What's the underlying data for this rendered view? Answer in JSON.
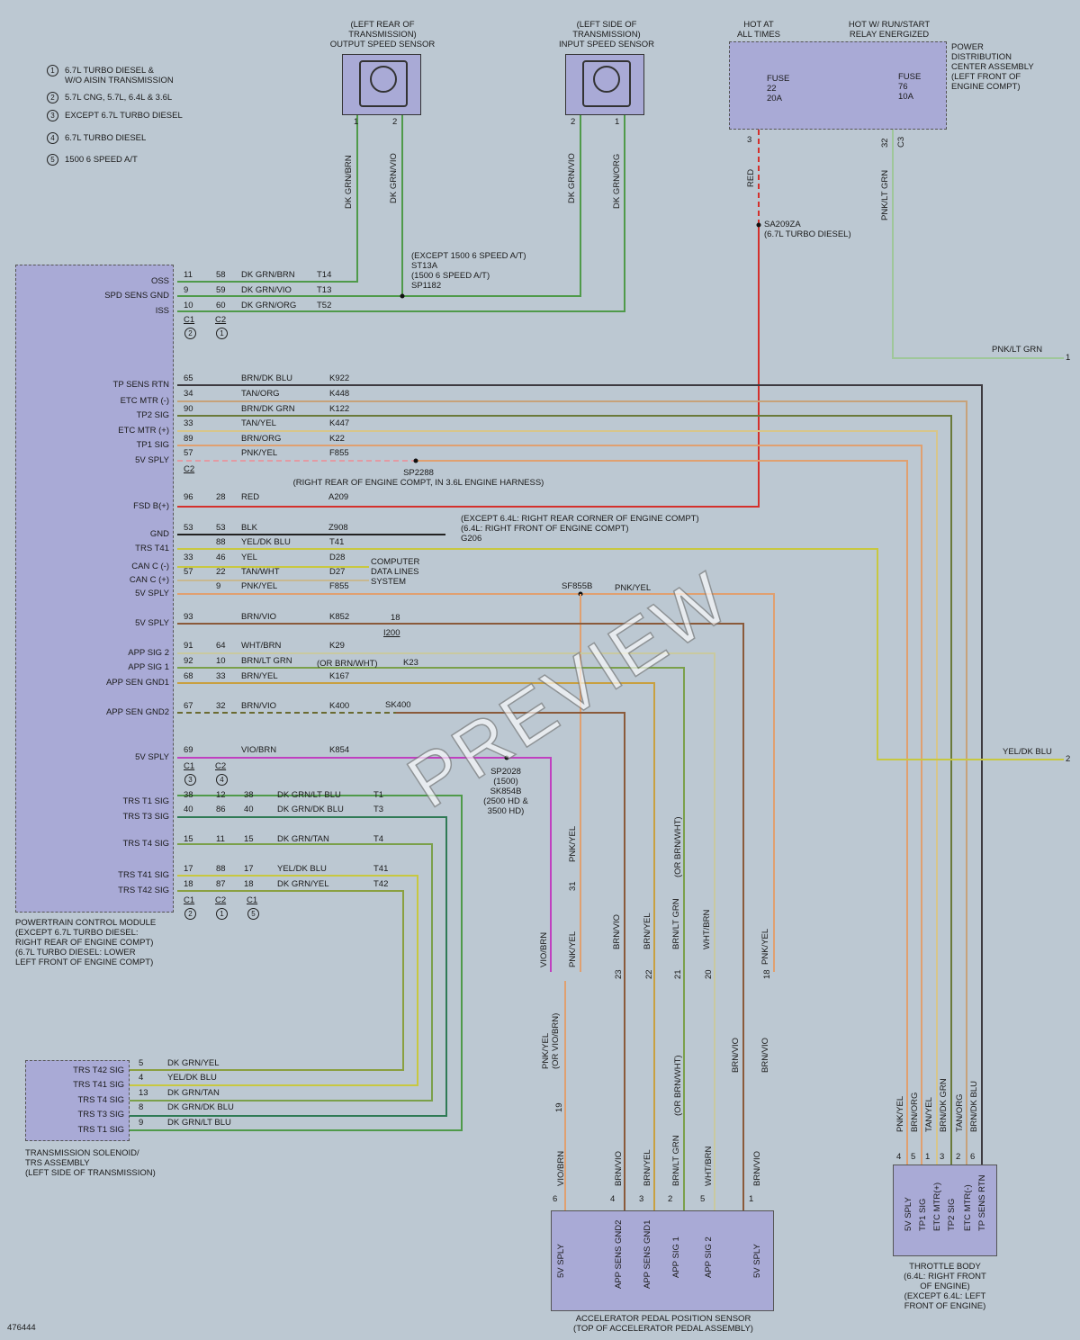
{
  "diagram_id": "476444",
  "watermark": "PREVIEW",
  "legend": [
    {
      "num": "1",
      "text": "6.7L TURBO DIESEL &\nW/O AISIN TRANSMISSION"
    },
    {
      "num": "2",
      "text": "5.7L CNG, 5.7L, 6.4L & 3.6L"
    },
    {
      "num": "3",
      "text": "EXCEPT 6.7L TURBO DIESEL"
    },
    {
      "num": "4",
      "text": "6.7L TURBO DIESEL"
    },
    {
      "num": "5",
      "text": "1500 6 SPEED A/T"
    }
  ],
  "oss": {
    "title": "(LEFT REAR OF\nTRANSMISSION)\nOUTPUT SPEED SENSOR",
    "pin1": "1",
    "pin2": "2",
    "w1": "DK GRN/BRN",
    "w2": "DK GRN/VIO"
  },
  "iss": {
    "title": "(LEFT SIDE OF\nTRANSMISSION)\nINPUT SPEED SENSOR",
    "pin1": "2",
    "pin2": "1",
    "w1": "DK GRN/VIO",
    "w2": "DK GRN/ORG"
  },
  "pdc": {
    "hot1": "HOT AT\nALL TIMES",
    "hot2": "HOT W/ RUN/START\nRELAY ENERGIZED",
    "title": "POWER\nDISTRIBUTION\nCENTER ASSEMBLY\n(LEFT FRONT OF\nENGINE COMPT)",
    "fuse1": "FUSE\n22\n20A",
    "fuse2": "FUSE\n76\n10A",
    "pin_a": "3",
    "pin_b": "32",
    "conn_b": "C3",
    "wire_a": "RED",
    "wire_b": "PNK/LT GRN",
    "splice": "SA209ZA\n(6.7L TURBO DIESEL)",
    "offpage1_wire": "PNK/LT GRN",
    "offpage1": "1",
    "offpage2_wire": "YEL/DK BLU",
    "offpage2": "2"
  },
  "splice_note1": "(EXCEPT 1500 6 SPEED A/T)\nST13A\n(1500 6 SPEED A/T)\nSP1182",
  "splice_note2": "SP2288\n(RIGHT REAR OF ENGINE COMPT, IN 3.6L ENGINE HARNESS)",
  "ground_note": "(EXCEPT 6.4L: RIGHT REAR CORNER OF ENGINE COMPT)\n(6.4L: RIGHT FRONT OF ENGINE COMPT)\nG206",
  "data_lines": "COMPUTER\nDATA LINES\nSYSTEM",
  "sf855b": "SF855B",
  "sf855b_wire": "PNK/YEL",
  "sk400": "SK400",
  "sp2028": "SP2028\n(1500)\nSK854B\n(2500 HD &\n3500 HD)",
  "k23": "K23",
  "or_brnwht": "(OR BRN/WHT)",
  "i200": "I200",
  "pin18": "18",
  "pcm": {
    "label": "POWERTRAIN CONTROL MODULE\n(EXCEPT 6.7L TURBO DIESEL:\nRIGHT REAR OF ENGINE COMPT)\n(6.7L TURBO DIESEL: LOWER\nLEFT FRONT OF ENGINE COMPT)",
    "rows": [
      {
        "name": "OSS",
        "p1": "11",
        "p2": "58",
        "p3": "",
        "wire": "DK GRN/BRN",
        "ckt": "T14"
      },
      {
        "name": "SPD SENS GND",
        "p1": "9",
        "p2": "59",
        "p3": "",
        "wire": "DK GRN/VIO",
        "ckt": "T13"
      },
      {
        "name": "ISS",
        "p1": "10",
        "p2": "60",
        "p3": "",
        "wire": "DK GRN/ORG",
        "ckt": "T52"
      },
      {
        "name": "TP SENS RTN",
        "p1": "65",
        "p2": "",
        "p3": "",
        "wire": "BRN/DK BLU",
        "ckt": "K922"
      },
      {
        "name": "ETC MTR (-)",
        "p1": "34",
        "p2": "",
        "p3": "",
        "wire": "TAN/ORG",
        "ckt": "K448"
      },
      {
        "name": "TP2 SIG",
        "p1": "90",
        "p2": "",
        "p3": "",
        "wire": "BRN/DK GRN",
        "ckt": "K122"
      },
      {
        "name": "ETC MTR (+)",
        "p1": "33",
        "p2": "",
        "p3": "",
        "wire": "TAN/YEL",
        "ckt": "K447"
      },
      {
        "name": "TP1 SIG",
        "p1": "89",
        "p2": "",
        "p3": "",
        "wire": "BRN/ORG",
        "ckt": "K22"
      },
      {
        "name": "5V SPLY",
        "p1": "57",
        "p2": "",
        "p3": "",
        "wire": "PNK/YEL",
        "ckt": "F855"
      },
      {
        "name": "FSD B(+)",
        "p1": "96",
        "p2": "28",
        "p3": "",
        "wire": "RED",
        "ckt": "A209"
      },
      {
        "name": "GND",
        "p1": "53",
        "p2": "53",
        "p3": "",
        "wire": "BLK",
        "ckt": "Z908"
      },
      {
        "name": "TRS T41",
        "p1": "",
        "p2": "88",
        "p3": "",
        "wire": "YEL/DK BLU",
        "ckt": "T41"
      },
      {
        "name": "CAN C (-)",
        "p1": "33",
        "p2": "46",
        "p3": "",
        "wire": "YEL",
        "ckt": "D28"
      },
      {
        "name": "CAN C (+)",
        "p1": "57",
        "p2": "22",
        "p3": "",
        "wire": "TAN/WHT",
        "ckt": "D27"
      },
      {
        "name": "5V SPLY",
        "p1": "",
        "p2": "9",
        "p3": "",
        "wire": "PNK/YEL",
        "ckt": "F855"
      },
      {
        "name": "5V SPLY",
        "p1": "93",
        "p2": "",
        "p3": "",
        "wire": "BRN/VIO",
        "ckt": "K852"
      },
      {
        "name": "APP SIG 2",
        "p1": "91",
        "p2": "64",
        "p3": "",
        "wire": "WHT/BRN",
        "ckt": "K29"
      },
      {
        "name": "APP SIG 1",
        "p1": "92",
        "p2": "10",
        "p3": "",
        "wire": "BRN/LT GRN",
        "ckt": ""
      },
      {
        "name": "APP SEN GND1",
        "p1": "68",
        "p2": "33",
        "p3": "",
        "wire": "BRN/YEL",
        "ckt": "K167"
      },
      {
        "name": "APP SEN GND2",
        "p1": "67",
        "p2": "32",
        "p3": "",
        "wire": "BRN/VIO",
        "ckt": "K400"
      },
      {
        "name": "5V SPLY",
        "p1": "69",
        "p2": "",
        "p3": "",
        "wire": "VIO/BRN",
        "ckt": "K854"
      },
      {
        "name": "TRS T1 SIG",
        "p1": "38",
        "p2": "12",
        "p3": "38",
        "wire": "DK GRN/LT BLU",
        "ckt": "T1"
      },
      {
        "name": "TRS T3 SIG",
        "p1": "40",
        "p2": "86",
        "p3": "40",
        "wire": "DK GRN/DK BLU",
        "ckt": "T3"
      },
      {
        "name": "TRS T4 SIG",
        "p1": "15",
        "p2": "11",
        "p3": "15",
        "wire": "DK GRN/TAN",
        "ckt": "T4"
      },
      {
        "name": "TRS T41 SIG",
        "p1": "17",
        "p2": "88",
        "p3": "17",
        "wire": "YEL/DK BLU",
        "ckt": "T41"
      },
      {
        "name": "TRS T42 SIG",
        "p1": "18",
        "p2": "87",
        "p3": "18",
        "wire": "DK GRN/YEL",
        "ckt": "T42"
      }
    ],
    "conn_groups": [
      {
        "labels": [
          "C1",
          "C2"
        ],
        "circles": [
          "2",
          "1"
        ]
      },
      {
        "labels": [
          "C2"
        ],
        "circles": []
      },
      {
        "labels": [
          "C1",
          "C2"
        ],
        "circles": [
          "3",
          "4"
        ]
      },
      {
        "labels": [
          "C1",
          "C2",
          "C1"
        ],
        "circles": [
          "2",
          "1",
          "5"
        ]
      }
    ]
  },
  "trs": {
    "label": "TRANSMISSION SOLENOID/\nTRS ASSEMBLY\n(LEFT SIDE OF TRANSMISSION)",
    "rows": [
      {
        "name": "TRS T42 SIG",
        "pin": "5",
        "wire": "DK GRN/YEL"
      },
      {
        "name": "TRS T41 SIG",
        "pin": "4",
        "wire": "YEL/DK BLU"
      },
      {
        "name": "TRS T4 SIG",
        "pin": "13",
        "wire": "DK GRN/TAN"
      },
      {
        "name": "TRS T3 SIG",
        "pin": "8",
        "wire": "DK GRN/DK BLU"
      },
      {
        "name": "TRS T1 SIG",
        "pin": "9",
        "wire": "DK GRN/LT BLU"
      }
    ]
  },
  "app_upper": [
    {
      "wire": "PNK/YEL",
      "pin": "31"
    },
    {
      "wire": "VIO/BRN",
      "pin": ""
    },
    {
      "wire": "PNK/YEL",
      "pin": ""
    },
    {
      "wire": "BRN/VIO",
      "pin": "23"
    },
    {
      "wire": "BRN/YEL",
      "pin": "22"
    },
    {
      "wire": "BRN/LT GRN",
      "pin": "21"
    },
    {
      "wire": "(OR BRN/WHT)",
      "pin": ""
    },
    {
      "wire": "WHT/BRN",
      "pin": "20"
    },
    {
      "wire": "PNK/YEL",
      "pin": "18"
    }
  ],
  "app_mid": [
    {
      "wire": "PNK/YEL\n(OR VIO/BRN)",
      "pin": "19"
    },
    {
      "wire": "(OR BRN/WHT)",
      "pin": ""
    },
    {
      "wire": "BRN/VIO",
      "pin": ""
    },
    {
      "wire": "BRN/VIO",
      "pin": ""
    }
  ],
  "app": {
    "label": "ACCELERATOR PEDAL POSITION SENSOR\n(TOP OF ACCELERATOR PEDAL ASSEMBLY)",
    "pins": [
      {
        "name": "5V SPLY",
        "pin": "6",
        "wire": "VIO/BRN"
      },
      {
        "name": "APP SENS GND2",
        "pin": "4",
        "wire": "BRN/VIO"
      },
      {
        "name": "APP SENS GND1",
        "pin": "3",
        "wire": "BRN/YEL"
      },
      {
        "name": "APP SIG 1",
        "pin": "2",
        "wire": "BRN/LT GRN"
      },
      {
        "name": "APP SIG 2",
        "pin": "5",
        "wire": "WHT/BRN"
      },
      {
        "name": "5V SPLY",
        "pin": "1",
        "wire": "BRN/VIO"
      }
    ]
  },
  "tb": {
    "label": "THROTTLE BODY\n(6.4L: RIGHT FRONT\nOF ENGINE)\n(EXCEPT 6.4L: LEFT\nFRONT OF ENGINE)",
    "pins": [
      {
        "name": "5V SPLY",
        "pin": "4",
        "wire": "PNK/YEL"
      },
      {
        "name": "TP1 SIG",
        "pin": "5",
        "wire": "BRN/ORG"
      },
      {
        "name": "ETC MTR(+)",
        "pin": "1",
        "wire": "TAN/YEL"
      },
      {
        "name": "TP2 SIG",
        "pin": "3",
        "wire": "BRN/DK GRN"
      },
      {
        "name": "ETC MTR(-)",
        "pin": "2",
        "wire": "TAN/ORG"
      },
      {
        "name": "TP SENS RTN",
        "pin": "6",
        "wire": "BRN/DK BLU"
      }
    ]
  }
}
